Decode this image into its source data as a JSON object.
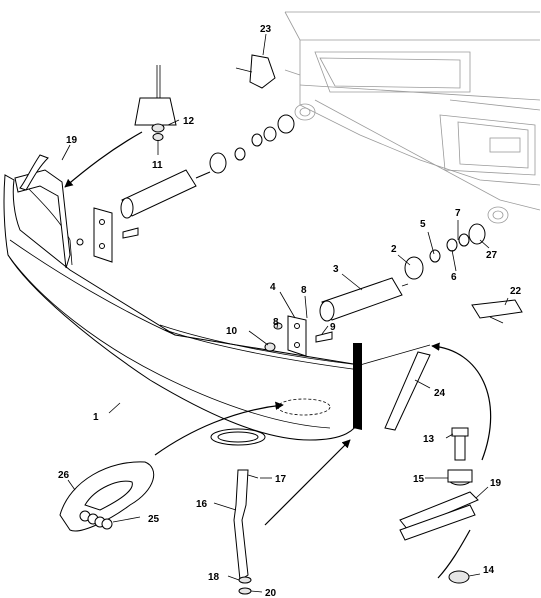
{
  "diagram": {
    "callouts": [
      "1",
      "2",
      "3",
      "4",
      "5",
      "6",
      "7",
      "8",
      "8",
      "9",
      "10",
      "11",
      "12",
      "13",
      "14",
      "15",
      "16",
      "17",
      "18",
      "19",
      "19",
      "20",
      "22",
      "23",
      "24",
      "25",
      "26",
      "27"
    ]
  }
}
